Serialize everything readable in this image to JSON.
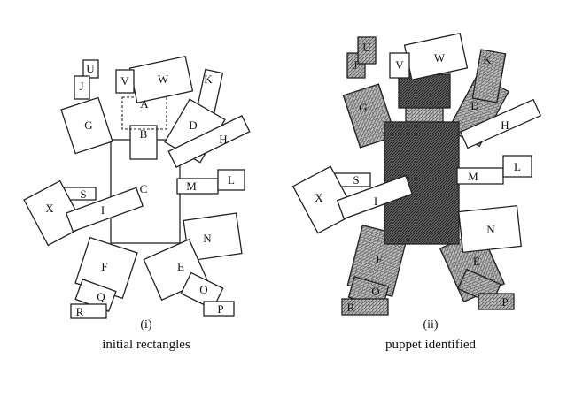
{
  "panels": [
    {
      "id": "initial",
      "number": "(i)",
      "caption": "initial rectangles",
      "letters": {
        "U": "U",
        "J": "J",
        "V": "V",
        "W": "W",
        "A": "A",
        "K": "K",
        "G": "G",
        "B": "B",
        "D": "D",
        "H": "H",
        "C": "C",
        "M": "M",
        "L": "L",
        "S": "S",
        "X": "X",
        "I": "I",
        "N": "N",
        "F": "F",
        "E": "E",
        "Q": "Q",
        "O": "O",
        "R": "R",
        "P": "P"
      }
    },
    {
      "id": "identified",
      "number": "(ii)",
      "caption": "puppet identified",
      "letters": {
        "U": "U",
        "J": "J",
        "V": "V",
        "W": "W",
        "K": "K",
        "G": "G",
        "D": "D",
        "H": "H",
        "M": "M",
        "L": "L",
        "S": "S",
        "X": "X",
        "I": "I",
        "N": "N",
        "F": "F",
        "E": "E",
        "O": "O",
        "R": "R",
        "P": "P"
      }
    }
  ]
}
